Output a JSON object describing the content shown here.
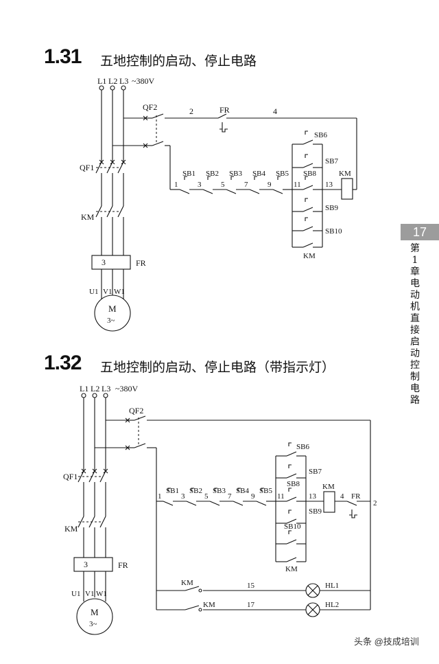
{
  "page": {
    "side_number": "17",
    "side_text": "第1章 电动机直接启动控制电路",
    "watermark": "头条 @技成培训"
  },
  "sections": [
    {
      "number": "1.31",
      "title": "五地控制的启动、停止电路",
      "labels": {
        "l1": "L1",
        "l2": "L2",
        "l3": "L3",
        "voltage": "~380V",
        "qf2": "QF2",
        "fr": "FR",
        "w2": "2",
        "w4": "4",
        "qf1": "QF1",
        "km": "KM",
        "fr_box": "3",
        "u1": "U1",
        "v1": "V1",
        "w1": "W1",
        "motor": "M",
        "motor_type": "3~",
        "sb1": "SB1",
        "sb2": "SB2",
        "sb3": "SB3",
        "sb4": "SB4",
        "sb5": "SB5",
        "sb6": "SB6",
        "sb7": "SB7",
        "sb8": "SB8",
        "sb9": "SB9",
        "sb10": "SB10",
        "n1": "1",
        "n3": "3",
        "n5": "5",
        "n7": "7",
        "n9": "9",
        "n11": "11",
        "n13": "13",
        "km_coil": "KM",
        "km_aux": "KM"
      }
    },
    {
      "number": "1.32",
      "title": "五地控制的启动、停止电路（带指示灯）",
      "labels": {
        "l1": "L1",
        "l2": "L2",
        "l3": "L3",
        "voltage": "~380V",
        "qf2": "QF2",
        "qf1": "QF1",
        "km": "KM",
        "fr": "FR",
        "fr_box": "3",
        "u1": "U1",
        "v1": "V1",
        "w1": "W1",
        "motor": "M",
        "motor_type": "3~",
        "sb1": "SB1",
        "sb2": "SB2",
        "sb3": "SB3",
        "sb4": "SB4",
        "sb5": "SB5",
        "sb6": "SB6",
        "sb7": "SB7",
        "sb8": "SB8",
        "sb9": "SB9",
        "sb10": "SB10",
        "n1": "1",
        "n3": "3",
        "n5": "5",
        "n7": "7",
        "n9": "9",
        "n11": "11",
        "n13": "13",
        "n4": "4",
        "fr2": "FR",
        "n2": "2",
        "km_coil": "KM",
        "km_aux": "KM",
        "km_lamp1": "KM",
        "w15": "15",
        "hl1": "HL1",
        "km_lamp2": "KM",
        "w17": "17",
        "hl2": "HL2"
      }
    }
  ]
}
